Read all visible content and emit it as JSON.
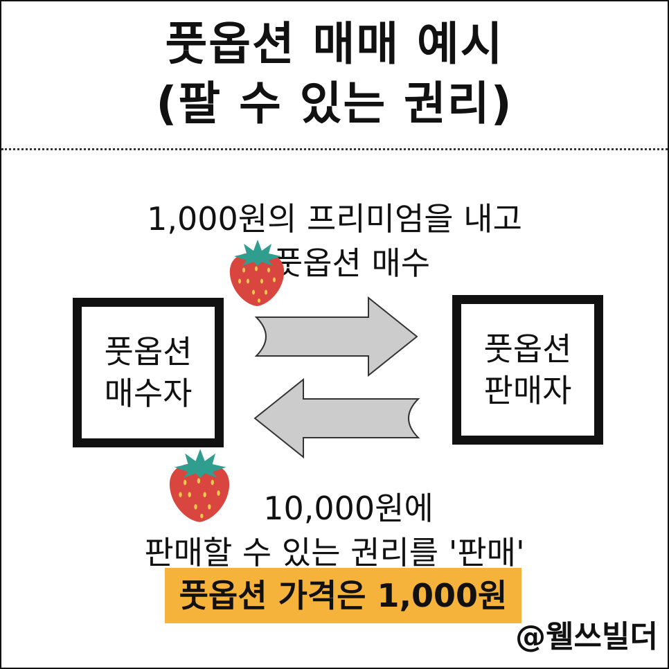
{
  "title": {
    "line1": "풋옵션 매매 예시",
    "line2": "(팔 수 있는 권리)"
  },
  "top_caption": {
    "line1": "1,000원의 프리미엄을 내고",
    "line2": "풋옵션 매수"
  },
  "buyer": {
    "line1": "풋옵션",
    "line2": "매수자"
  },
  "seller": {
    "line1": "풋옵션",
    "line2": "판매자"
  },
  "bottom_caption": {
    "line1": "10,000원에",
    "line2": "판매할 수 있는 권리를 '판매'"
  },
  "price_note": "풋옵션 가격은 1,000원",
  "credit": "@웰쓰빌더",
  "colors": {
    "arrow_fill": "#cccccc",
    "highlight": "#f6b33c",
    "strawberry": "#d8463f",
    "leaf": "#2f9e8f",
    "seed": "#f2c94c"
  },
  "icons": [
    "strawberry-icon",
    "arrow-right-icon",
    "arrow-left-icon"
  ]
}
